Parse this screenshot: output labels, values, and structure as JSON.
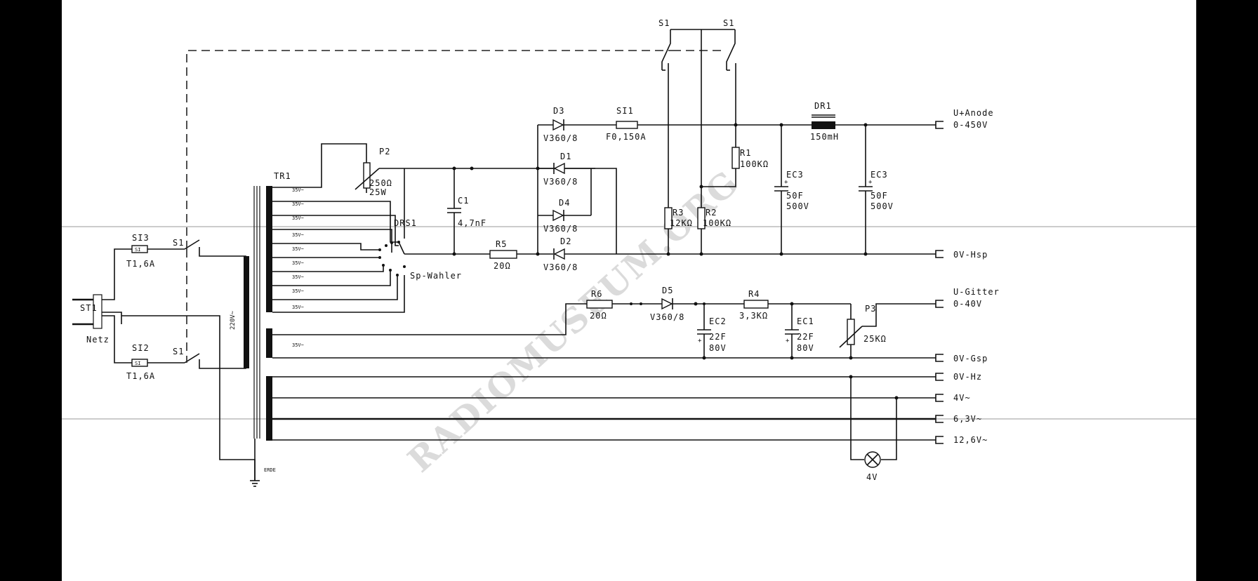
{
  "watermark": "RADIOMUSEUM.ORG",
  "outputs": {
    "anode_name": "U+Anode",
    "anode_range": "0-450V",
    "ov_hsp": "0V-Hsp",
    "gitter_name": "U-Gitter",
    "gitter_range": "0-40V",
    "ov_gsp": "0V-Gsp",
    "ov_hz": "0V-Hz",
    "v4": "4V~",
    "v63": "6,3V~",
    "v126": "12,6V~"
  },
  "components": {
    "st1": "ST1",
    "netz": "Netz",
    "si3": "SI3",
    "si3_val": "T1,6A",
    "si2": "SI2",
    "si2_val": "T1,6A",
    "fuse_mark": "SI",
    "s1": "S1",
    "tr1": "TR1",
    "primary_v": "220V~",
    "erde": "ERDE",
    "tap_v": "35V~",
    "p2": "P2",
    "p2_val": "250Ω",
    "p2_w": "25W",
    "drs1": "DRS1",
    "sp_wahler": "Sp-Wahler",
    "c1": "C1",
    "c1_val": "4,7nF",
    "r5": "R5",
    "r5_val": "20Ω",
    "d3": "D3",
    "d1": "D1",
    "d4": "D4",
    "d2": "D2",
    "diode_type": "V360/8",
    "si1": "SI1",
    "si1_val": "F0,150A",
    "r1": "R1",
    "r1_val": "100KΩ",
    "r2": "R2",
    "r2_val": "100KΩ",
    "r3": "R3",
    "r3_val": "12KΩ",
    "ec3": "EC3",
    "ec3_val": "50F",
    "ec3_v": "500V",
    "dr1": "DR1",
    "dr1_val": "150mH",
    "r6": "R6",
    "r6_val": "20Ω",
    "d5": "D5",
    "r4": "R4",
    "r4_val": "3,3KΩ",
    "ec2": "EC2",
    "ec1": "EC1",
    "ec_val": "22F",
    "ec_v": "80V",
    "p3": "P3",
    "p3_val": "25KΩ",
    "lamp_v": "4V",
    "plus": "+"
  }
}
